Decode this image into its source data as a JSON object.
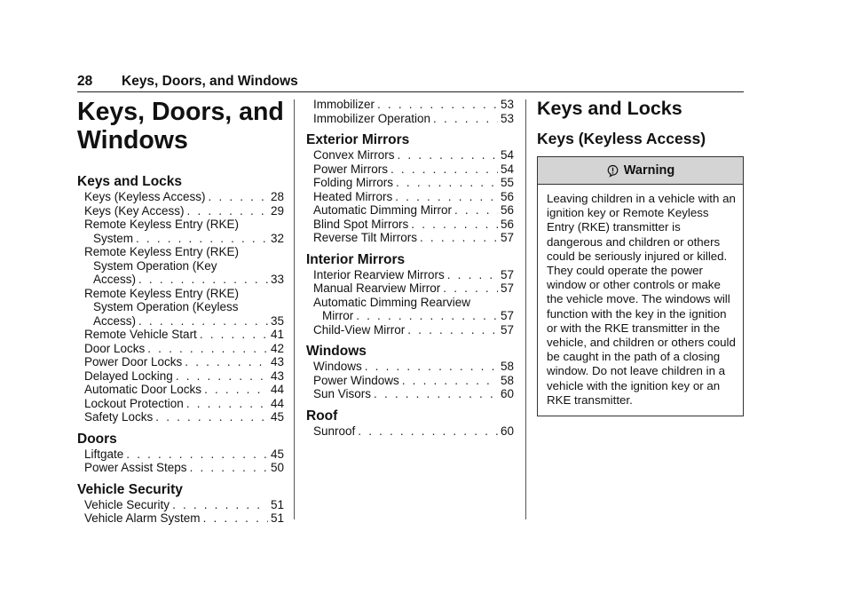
{
  "header": {
    "page_number": "28",
    "chapter": "Keys, Doors, and Windows"
  },
  "column1": {
    "chapter_title_line1": "Keys, Doors, and",
    "chapter_title_line2": "Windows",
    "sections": [
      {
        "title": "Keys and Locks",
        "entries": [
          {
            "text": "Keys (Keyless Access)",
            "page": "28"
          },
          {
            "text": "Keys (Key Access)",
            "page": "29"
          },
          {
            "text": "Remote Keyless Entry (RKE)",
            "cont": [
              "System"
            ],
            "page": "32"
          },
          {
            "text": "Remote Keyless Entry (RKE)",
            "cont": [
              "System Operation (Key",
              "Access)"
            ],
            "page": "33"
          },
          {
            "text": "Remote Keyless Entry (RKE)",
            "cont": [
              "System Operation (Keyless",
              "Access)"
            ],
            "page": "35"
          },
          {
            "text": "Remote Vehicle Start",
            "page": "41"
          },
          {
            "text": "Door Locks",
            "page": "42"
          },
          {
            "text": "Power Door Locks",
            "page": "43"
          },
          {
            "text": "Delayed Locking",
            "page": "43"
          },
          {
            "text": "Automatic Door Locks",
            "page": "44"
          },
          {
            "text": "Lockout Protection",
            "page": "44"
          },
          {
            "text": "Safety Locks",
            "page": "45"
          }
        ]
      },
      {
        "title": "Doors",
        "entries": [
          {
            "text": "Liftgate",
            "page": "45"
          },
          {
            "text": "Power Assist Steps",
            "page": "50"
          }
        ]
      },
      {
        "title": "Vehicle Security",
        "entries": [
          {
            "text": "Vehicle Security",
            "page": "51"
          },
          {
            "text": "Vehicle Alarm System",
            "page": "51"
          }
        ]
      }
    ]
  },
  "column2": {
    "loose_entries": [
      {
        "text": "Immobilizer",
        "page": "53"
      },
      {
        "text": "Immobilizer Operation",
        "page": "53"
      }
    ],
    "sections": [
      {
        "title": "Exterior Mirrors",
        "entries": [
          {
            "text": "Convex Mirrors",
            "page": "54"
          },
          {
            "text": "Power Mirrors",
            "page": "54"
          },
          {
            "text": "Folding Mirrors",
            "page": "55"
          },
          {
            "text": "Heated Mirrors",
            "page": "56"
          },
          {
            "text": "Automatic Dimming Mirror",
            "page": "56"
          },
          {
            "text": "Blind Spot Mirrors",
            "page": "56"
          },
          {
            "text": "Reverse Tilt Mirrors",
            "page": "57"
          }
        ]
      },
      {
        "title": "Interior Mirrors",
        "entries": [
          {
            "text": "Interior Rearview Mirrors",
            "page": "57"
          },
          {
            "text": "Manual Rearview Mirror",
            "page": "57"
          },
          {
            "text": "Automatic Dimming Rearview",
            "cont": [
              "Mirror"
            ],
            "page": "57"
          },
          {
            "text": "Child-View Mirror",
            "page": "57"
          }
        ]
      },
      {
        "title": "Windows",
        "entries": [
          {
            "text": "Windows",
            "page": "58"
          },
          {
            "text": "Power Windows",
            "page": "58"
          },
          {
            "text": "Sun Visors",
            "page": "60"
          }
        ]
      },
      {
        "title": "Roof",
        "entries": [
          {
            "text": "Sunroof",
            "page": "60"
          }
        ]
      }
    ]
  },
  "column3": {
    "heading": "Keys and Locks",
    "subheading": "Keys (Keyless Access)",
    "warning": {
      "icon": "warning-symbol-icon",
      "label": "Warning",
      "text": "Leaving children in a vehicle with an ignition key or Remote Keyless Entry (RKE) transmitter is dangerous and children or others could be seriously injured or killed. They could operate the power window or other controls or make the vehicle move. The windows will function with the key in the ignition or with the RKE transmitter in the vehicle, and children or others could be caught in the path of a closing window. Do not leave children in a vehicle with the ignition key or an RKE transmitter."
    }
  }
}
